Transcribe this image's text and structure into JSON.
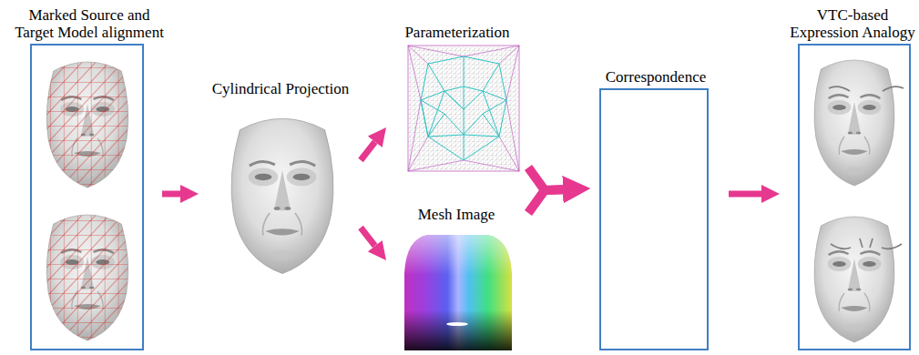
{
  "diagram": {
    "nodes": [
      {
        "text": [
          "Marked Source and Target Model alignment"
        ]
      },
      {
        "text": [
          "Cylindrical Projection"
        ]
      },
      {
        "text": [
          "Parameterization"
        ]
      },
      {
        "text": [
          "Mesh Image"
        ]
      },
      {
        "text": [
          "Correspondence"
        ]
      },
      {
        "text": [
          "VTC-based Expression Analogy"
        ]
      }
    ],
    "edges": [
      {
        "from": 0,
        "to": 1,
        "arrow": "to"
      },
      {
        "from": 1,
        "to": 2,
        "arrow": "to"
      },
      {
        "from": 1,
        "to": 3,
        "arrow": "to"
      },
      {
        "from": 2,
        "to": 4,
        "arrow": "to"
      },
      {
        "from": 3,
        "to": 4,
        "arrow": "to"
      },
      {
        "from": 4,
        "to": 5,
        "arrow": "to"
      }
    ]
  }
}
